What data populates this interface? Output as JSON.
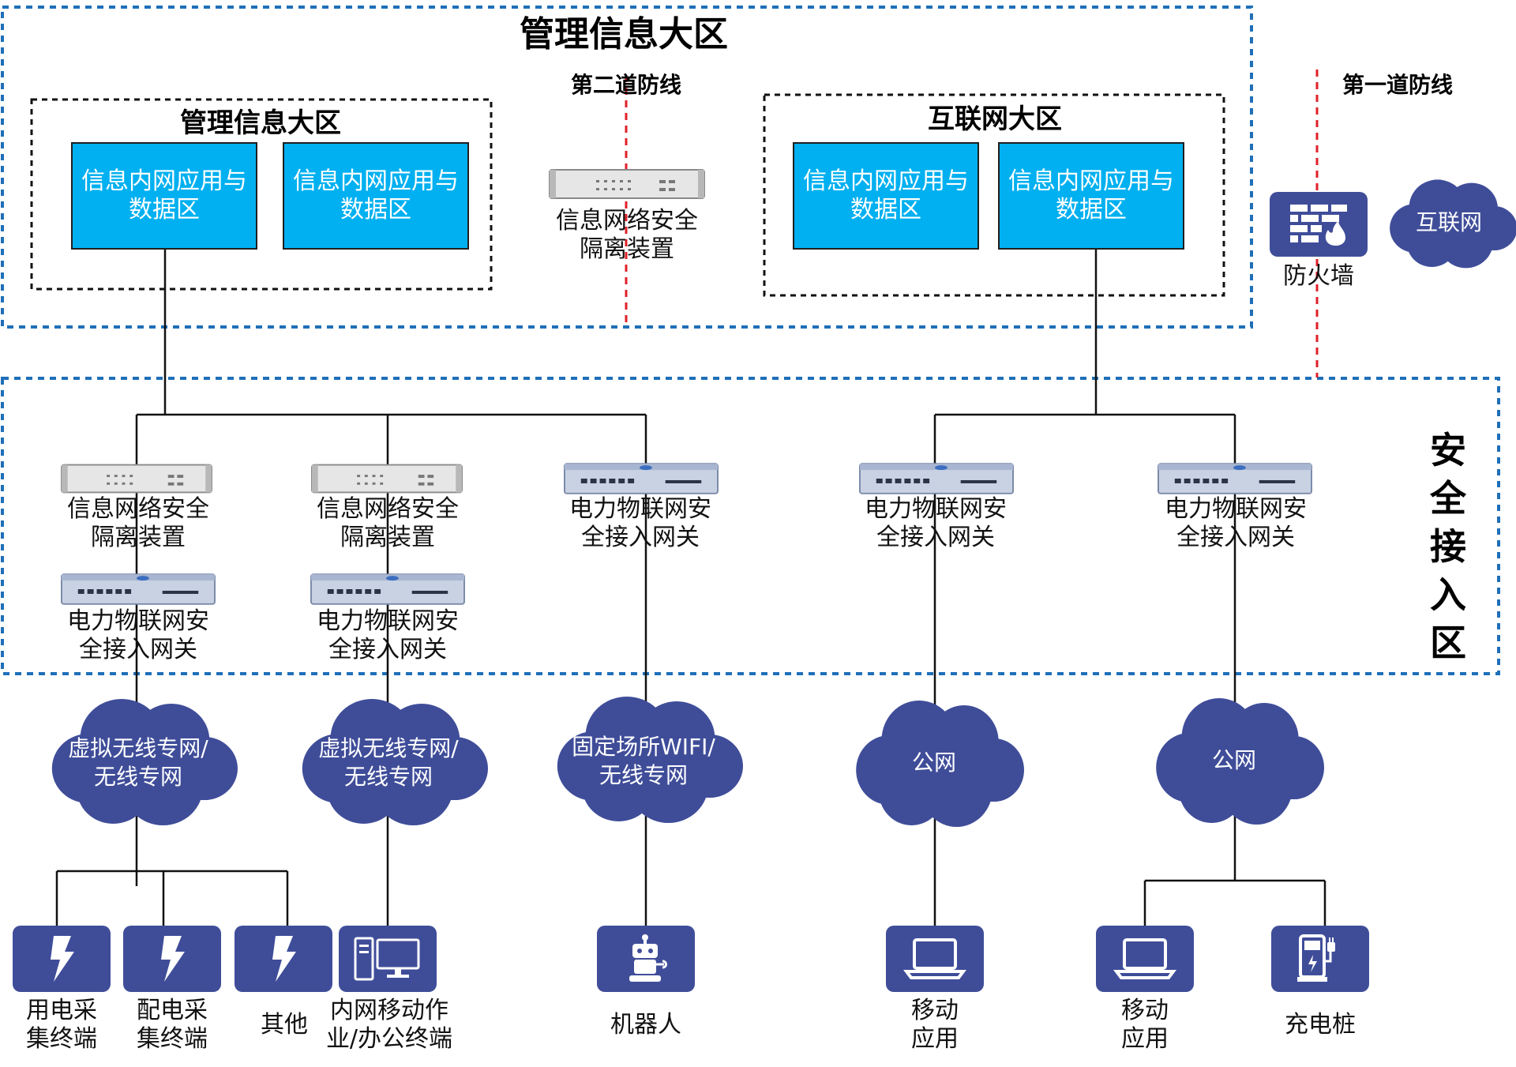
{
  "zones": {
    "mgmt_outer_title": "管理信息大区",
    "mgmt_inner_title": "管理信息大区",
    "internet_zone_title": "互联网大区",
    "secure_access_title": "安全接入区",
    "second_defense": "第二道防线",
    "first_defense": "第一道防线"
  },
  "app_boxes": [
    {
      "line1": "信息内网应用与",
      "line2": "数据区"
    },
    {
      "line1": "信息内网应用与",
      "line2": "数据区"
    },
    {
      "line1": "信息内网应用与",
      "line2": "数据区"
    },
    {
      "line1": "信息内网应用与",
      "line2": "数据区"
    }
  ],
  "top_isolator": {
    "line1": "信息网络安全",
    "line2": "隔离装置"
  },
  "firewall": {
    "label": "防火墙"
  },
  "internet_cloud": {
    "label": "互联网"
  },
  "access_devices": [
    {
      "line1": "信息网络安全",
      "line2": "隔离装置"
    },
    {
      "line1": "信息网络安全",
      "line2": "隔离装置"
    },
    {
      "line1": "电力物联网安",
      "line2": "全接入网关"
    },
    {
      "line1": "电力物联网安",
      "line2": "全接入网关"
    },
    {
      "line1": "电力物联网安",
      "line2": "全接入网关"
    },
    {
      "line1": "电力物联网安",
      "line2": "全接入网关"
    },
    {
      "line1": "电力物联网安",
      "line2": "全接入网关"
    }
  ],
  "clouds": [
    {
      "line1": "虚拟无线专网/",
      "line2": "无线专网"
    },
    {
      "line1": "虚拟无线专网/",
      "line2": "无线专网"
    },
    {
      "line1": "固定场所WIFI/",
      "line2": "无线专网"
    },
    {
      "line1": "公网",
      "line2": ""
    },
    {
      "line1": "公网",
      "line2": ""
    }
  ],
  "terminals": [
    {
      "icon": "lightning-icon",
      "line1": "用电采",
      "line2": "集终端"
    },
    {
      "icon": "lightning-icon",
      "line1": "配电采",
      "line2": "集终端"
    },
    {
      "icon": "lightning-icon",
      "line1": "其他",
      "line2": ""
    },
    {
      "icon": "desktop-computer-icon",
      "line1": "内网移动作",
      "line2": "业/办公终端"
    },
    {
      "icon": "robot-icon",
      "line1": "机器人",
      "line2": ""
    },
    {
      "icon": "laptop-icon",
      "line1": "移动",
      "line2": "应用"
    },
    {
      "icon": "laptop-icon",
      "line1": "移动",
      "line2": "应用"
    },
    {
      "icon": "charging-pile-icon",
      "line1": "充电桩",
      "line2": ""
    }
  ],
  "colors": {
    "app_box": "#00b0f0",
    "cloud": "#3f4d99",
    "terminal": "#3f4d99",
    "zone_border": "#1f6fb8",
    "defense_line": "#e0202a"
  }
}
